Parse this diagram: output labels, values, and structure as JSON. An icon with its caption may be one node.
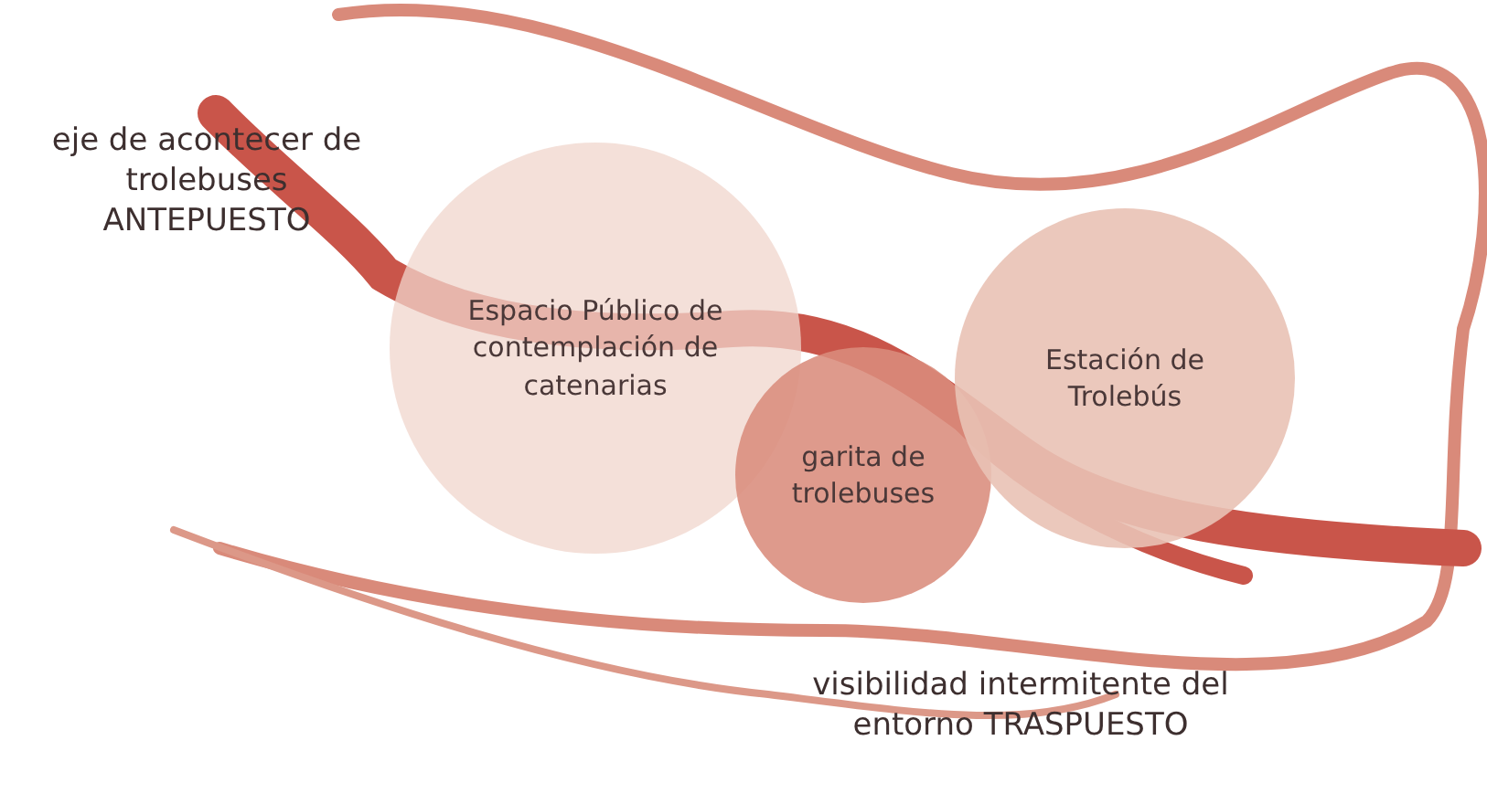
{
  "diagram": {
    "nodes": [
      {
        "text": [
          "Espacio Público de contemplación de catenarias"
        ]
      },
      {
        "text": [
          "garita de trolebuses"
        ]
      },
      {
        "text": [
          "Estación de Trolebús"
        ]
      }
    ],
    "labels": [
      "eje de acontecer de trolebuses ANTEPUESTO",
      "visibilidad intermitente del entorno TRASPUESTO"
    ]
  }
}
